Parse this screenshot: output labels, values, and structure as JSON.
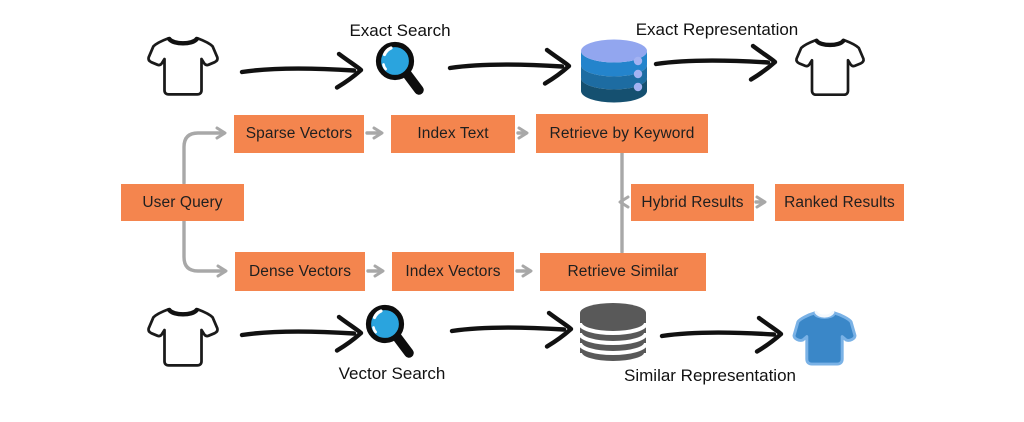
{
  "labels": {
    "exact_search": "Exact Search",
    "exact_representation": "Exact Representation",
    "vector_search": "Vector Search",
    "similar_representation": "Similar Representation"
  },
  "nodes": {
    "user_query": "User Query",
    "sparse_vectors": "Sparse Vectors",
    "index_text": "Index Text",
    "retrieve_by_keyword": "Retrieve by Keyword",
    "hybrid_results": "Hybrid Results",
    "ranked_results": "Ranked Results",
    "dense_vectors": "Dense Vectors",
    "index_vectors": "Index Vectors",
    "retrieve_similar": "Retrieve Similar"
  },
  "edges": [
    {
      "from": "user_query",
      "to": "sparse_vectors"
    },
    {
      "from": "user_query",
      "to": "dense_vectors"
    },
    {
      "from": "sparse_vectors",
      "to": "index_text"
    },
    {
      "from": "index_text",
      "to": "retrieve_by_keyword"
    },
    {
      "from": "dense_vectors",
      "to": "index_vectors"
    },
    {
      "from": "index_vectors",
      "to": "retrieve_similar"
    },
    {
      "from": "retrieve_by_keyword",
      "to": "hybrid_results"
    },
    {
      "from": "retrieve_similar",
      "to": "hybrid_results"
    },
    {
      "from": "hybrid_results",
      "to": "ranked_results"
    }
  ],
  "icons": {
    "top_left": "tshirt-outline-icon",
    "top_search": "magnifier-icon",
    "top_database": "database-blue-icon",
    "top_right": "tshirt-outline-icon",
    "bottom_left": "tshirt-outline-icon",
    "bottom_search": "magnifier-icon",
    "bottom_database": "database-gray-icon",
    "bottom_right": "tshirt-blue-icon"
  },
  "colors": {
    "node_fill": "#F4854E",
    "node_text": "#1F1F1F",
    "connector": "#A8A8A8",
    "arrow": "#111111",
    "lens": "#2AA4DE",
    "db_top": "#92A6EF",
    "db_band1": "#2484CC",
    "db_band2": "#1D6CA2",
    "db_band3": "#155070",
    "db_dot": "#A3B2F2",
    "db_gray": "#595959",
    "tshirt_fill": "#3A87C8",
    "tshirt_edge": "#7AB2E6"
  }
}
